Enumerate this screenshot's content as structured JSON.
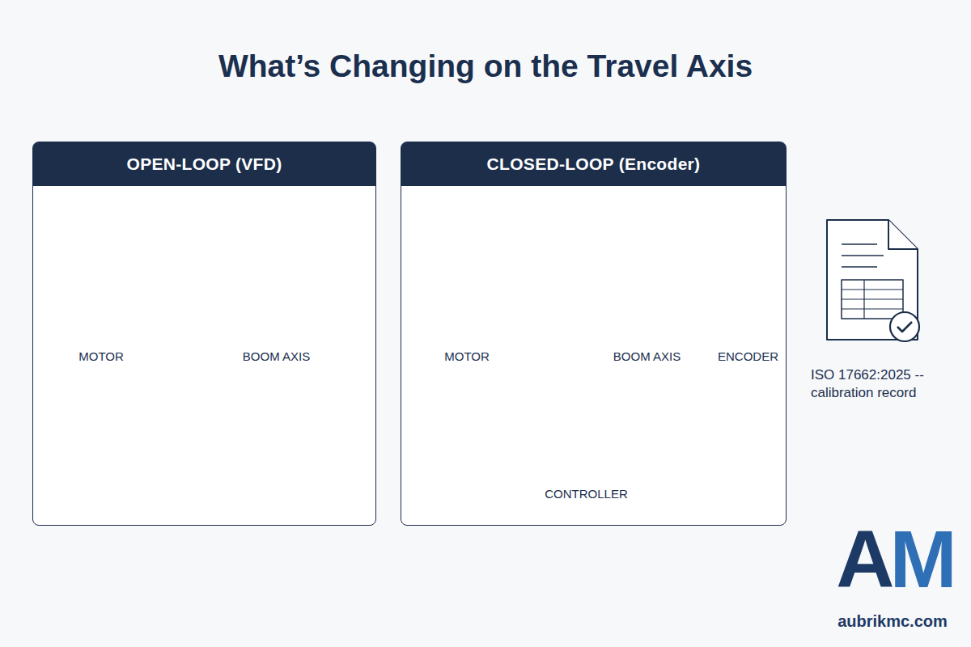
{
  "diagram": {
    "title": "What’s Changing on the Travel Axis",
    "nodes": [
      {
        "text": [
          "OPEN-LOOP (VFD)"
        ]
      },
      {
        "text": [
          "MOTOR"
        ],
        "in": 0
      },
      {
        "text": [
          "BOOM AXIS"
        ],
        "in": 0
      },
      {
        "text": [
          "CLOSED-LOOP (Encoder)"
        ]
      },
      {
        "text": [
          "MOTOR"
        ],
        "in": 3
      },
      {
        "text": [
          "BOOM AXIS"
        ],
        "in": 3
      },
      {
        "text": [
          "ENCODER"
        ],
        "in": 3
      },
      {
        "text": [
          "CONTROLLER"
        ],
        "in": 3
      },
      {
        "text": [
          "ISO 17662:2025 -- calibration record"
        ]
      }
    ],
    "edges": [
      {
        "from": 1,
        "to": 2,
        "arrow": "to"
      },
      {
        "from": 4,
        "to": 5,
        "arrow": "to"
      },
      {
        "from": 6,
        "to": 7,
        "arrow": "to"
      },
      {
        "from": 7,
        "to": 4,
        "arrow": "to"
      }
    ],
    "labels": [
      "AM",
      "aubrikmc.com"
    ]
  }
}
